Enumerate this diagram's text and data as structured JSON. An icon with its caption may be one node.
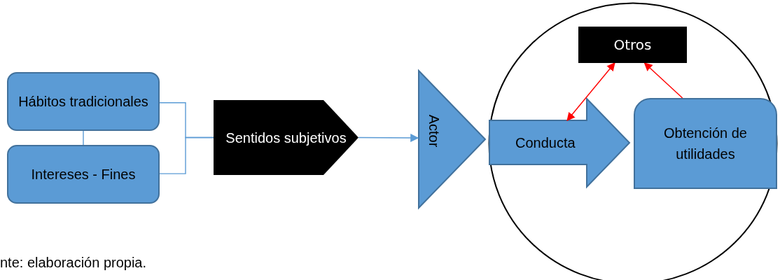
{
  "diagram": {
    "caption": "nte: elaboración propia.",
    "nodes": [
      {
        "text": [
          "Hábitos tradicionales"
        ]
      },
      {
        "text": [
          "Intereses - Fines"
        ]
      },
      {
        "text": [
          "Sentidos subjetivos"
        ]
      },
      {
        "text": [
          "Actor"
        ]
      },
      {
        "text": [],
        "shape": "circle"
      },
      {
        "text": [
          "Otros"
        ],
        "in": 4
      },
      {
        "text": [
          "Conducta"
        ],
        "in": 4
      },
      {
        "text": [
          "Obtención de utilidades"
        ],
        "in": 4
      }
    ],
    "edges": [
      {
        "from": 0,
        "to": 1,
        "arrow": "none"
      },
      {
        "from": 0,
        "to": 2,
        "arrow": "none"
      },
      {
        "from": 1,
        "to": 2,
        "arrow": "none"
      },
      {
        "from": 2,
        "to": 3,
        "arrow": "to"
      },
      {
        "from": 6,
        "to": 5,
        "arrow": "both",
        "color": "#ff0000"
      },
      {
        "from": 7,
        "to": 5,
        "arrow": "to",
        "color": "#ff0000"
      }
    ]
  }
}
